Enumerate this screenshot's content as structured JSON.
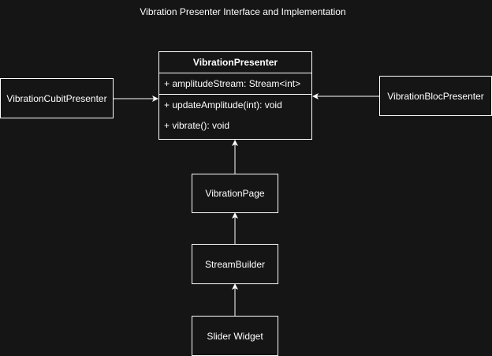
{
  "title": "Vibration Presenter Interface and Implementation",
  "interface": {
    "name": "VibrationPresenter",
    "attributes": [
      "+ amplitudeStream: Stream<int>"
    ],
    "methods": [
      "+ updateAmplitude(int): void",
      "+ vibrate(): void"
    ]
  },
  "nodes": {
    "cubit_presenter": "VibrationCubitPresenter",
    "bloc_presenter": "VibrationBlocPresenter",
    "vibration_page": "VibrationPage",
    "stream_builder": "StreamBuilder",
    "slider_widget": "Slider Widget"
  },
  "colors": {
    "background": "#151515",
    "stroke": "#ffffff",
    "text": "#ffffff"
  }
}
